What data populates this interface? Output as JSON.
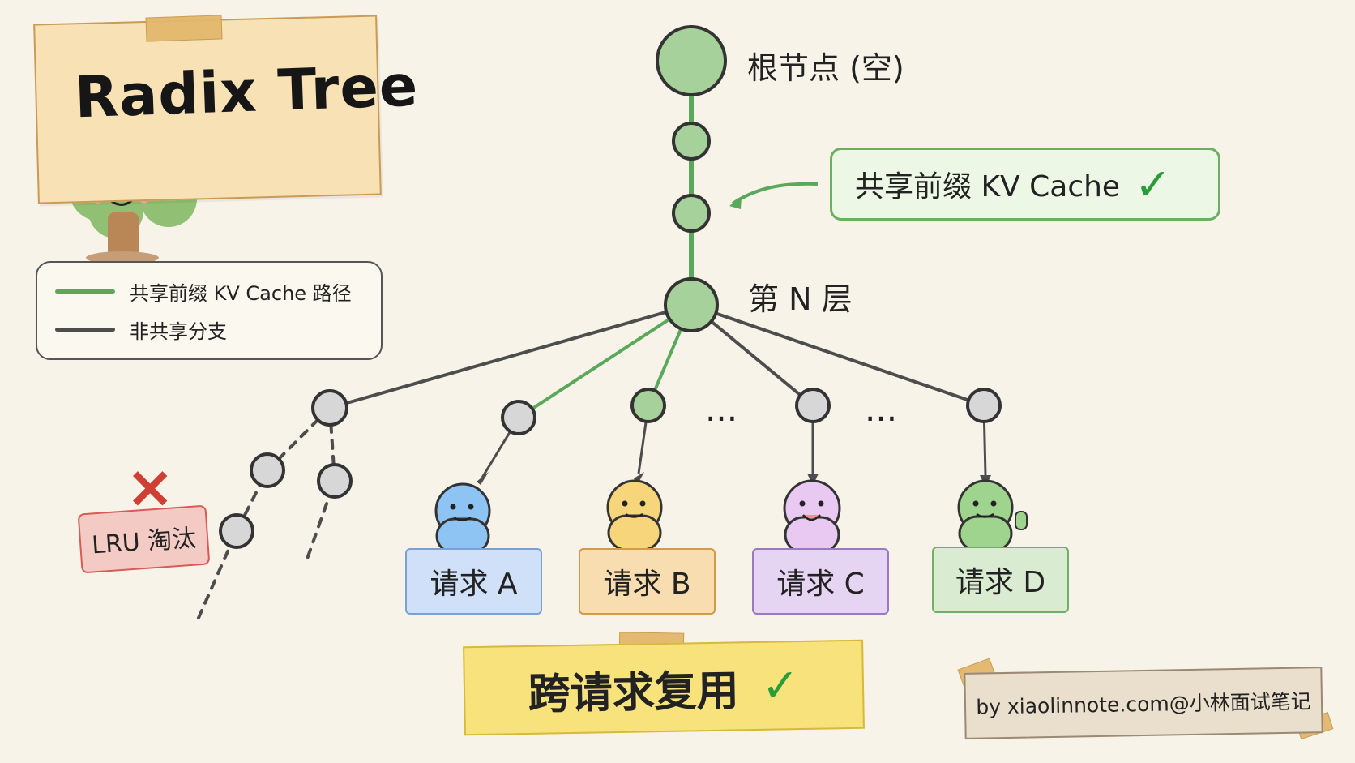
{
  "title": "Radix Tree",
  "legend": {
    "shared": "共享前缀 KV Cache 路径",
    "unshared": "非共享分支"
  },
  "tree": {
    "root_label": "根节点 (空)",
    "level_label": "第 N 层",
    "callout_text": "共享前缀 KV Cache",
    "ellipsis": [
      "...",
      "..."
    ]
  },
  "lru": {
    "label": "LRU 淘汰"
  },
  "requests": [
    {
      "label": "请求 A",
      "color": "#cfe0f8",
      "border": "#7aa1d6",
      "face": "#8ec4f3"
    },
    {
      "label": "请求 B",
      "color": "#f7ddb0",
      "border": "#d39b45",
      "face": "#f7d57b"
    },
    {
      "label": "请求 C",
      "color": "#e5d4f2",
      "border": "#9a78c3",
      "face": "#e9c8f2"
    },
    {
      "label": "请求 D",
      "color": "#d9ebd0",
      "border": "#72ad69",
      "face": "#9ed48e"
    }
  ],
  "footer": {
    "reuse": "跨请求复用",
    "credit": "by xiaolinnote.com@小林面试笔记"
  },
  "colors": {
    "green": "#59a85b",
    "gray": "#4d4d4d",
    "node_green": "#a7d19a",
    "node_gray": "#d7d7d7"
  }
}
